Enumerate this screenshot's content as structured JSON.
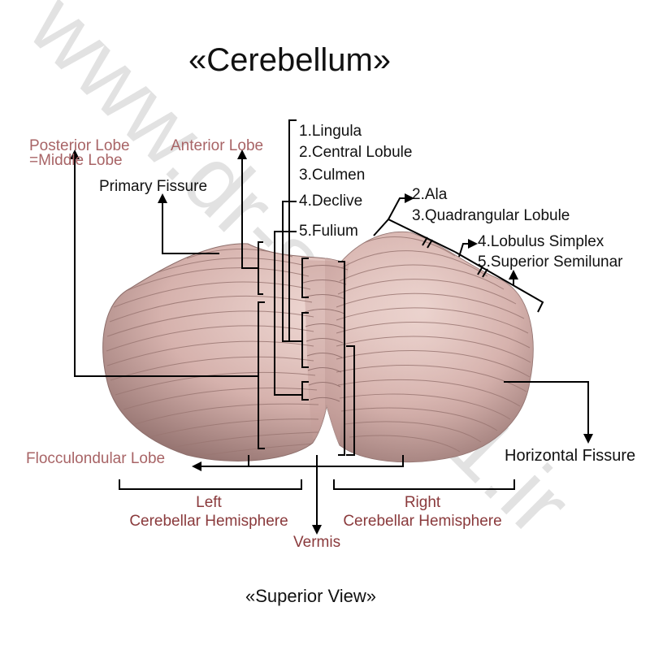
{
  "title": "«Cerebellum»",
  "subtitle": "«Superior View»",
  "watermark": "www.dr-school1.ir",
  "colors": {
    "label_dark": "#111111",
    "label_pink": "#a86466",
    "label_maroon": "#8a3a3c",
    "tissue_light": "#e8cfca",
    "tissue_mid": "#c9a39f",
    "tissue_dark": "#8a6a67",
    "watermark": "#d9d9d9"
  },
  "labels": {
    "posterior_lobe": "Posterior Lobe",
    "middle_lobe": "=Middle Lobe",
    "anterior_lobe": "Anterior Lobe",
    "primary_fissure": "Primary Fissure",
    "lingula": "1.Lingula",
    "central_lobule": "2.Central Lobule",
    "culmen": "3.Culmen",
    "declive": "4.Declive",
    "fulium": "5.Fulium",
    "ala": "2.Ala",
    "quadrangular_lobule": "3.Quadrangular Lobule",
    "lobulus_simplex": "4.Lobulus Simplex",
    "superior_semilunar": "5.Superior Semilunar",
    "horizontal_fissure": "Horizontal Fissure",
    "flocculondular_lobe": "Flocculondular Lobe",
    "left_1": "Left",
    "left_2": "Cerebellar Hemisphere",
    "right_1": "Right",
    "right_2": "Cerebellar Hemisphere",
    "vermis": "Vermis"
  }
}
